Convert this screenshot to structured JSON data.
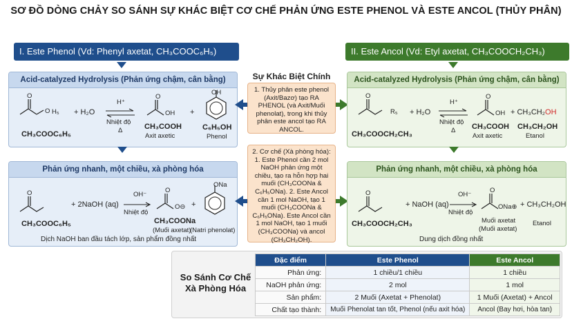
{
  "title": "SƠ ĐỒ DÒNG CHẢY SO SÁNH SỰ KHÁC BIỆT CƠ CHẾ PHẢN ỨNG ESTE PHENOL VÀ ESTE ANCOL (THỦY PHÂN)",
  "left": {
    "header": "I. Este Phenol (Vd: Phenyl axetat, CH₃COOC₆H₅)",
    "acid": {
      "heading": "Acid-catalyzed Hydrolysis (Phản ứng chậm, cân bằng)",
      "reactant": "CH₃COOC₆H₅",
      "plus_water": "+ H₂O",
      "catalyst": "H⁺",
      "condition": "Nhiệt độ",
      "delta": "Δ",
      "product1": "CH₃COOH",
      "product1_name": "Axit axetic",
      "product2": "C₆H₅OH",
      "product2_name": "Phenol",
      "ester_label": "H₅",
      "acid_label": "OH",
      "phenol_label": "OH"
    },
    "base": {
      "heading": "Phản ứng nhanh, một chiều, xà phòng hóa",
      "reactant": "CH₃COOC₆H₅",
      "plus_naoh": "+ 2NaOH (aq)",
      "catalyst": "OH⁻",
      "condition": "Nhiệt độ",
      "product1": "CH₃COONa",
      "product1_name": "(Muối axetat)",
      "product2_name": "(Natri phenolat)",
      "product2_label": "ONa",
      "footer": "Dịch NaOH ban đầu tách lớp, sản phẩm đồng nhất"
    }
  },
  "right": {
    "header": "II. Este Ancol (Vd: Etyl axetat, CH₃COOCH₂CH₃)",
    "acid": {
      "heading": "Acid-catalyzed Hydrolysis (Phản ứng chậm, cân bằng)",
      "reactant": "CH₃COOCH₂CH₃",
      "ester_label": "R₅",
      "plus_water": "+ H₂O",
      "catalyst": "H⁺",
      "condition": "Nhiệt độ",
      "delta": "Δ",
      "product1": "CH₃COOH",
      "product1_name": "Axit axetic",
      "product2_prefix": "+ CH₃CH₂",
      "product2_oh": "OH",
      "product2": "CH₃CH₂OH",
      "product2_name": "Etanol",
      "acid_label": "OH"
    },
    "base": {
      "heading": "Phản ứng nhanh, một chiều, xà phòng hóa",
      "reactant": "CH₃COOCH₂CH₃",
      "plus_naoh": "+ NaOH (aq)",
      "catalyst": "OH⁻",
      "condition": "Nhiệt độ",
      "product1_name": "Muối axetat",
      "product1_name2": "(Muối axetat)",
      "product2": "+ CH₃CH₂OH",
      "product2_name": "Etanol",
      "footer": "Dung dịch đồng nhất"
    }
  },
  "center": {
    "heading": "Sự Khác Biệt Chính",
    "box1": "1. Thủy phân este phenol (Axit/Bazơ) tạo RA PHENOL (và Axit/Muối phenolat), trong khi thủy phân este ancol tạo RA ANCOL.",
    "box2": "2. Cơ chế (Xà phòng hóa): 1. Este Phenol cần 2 mol NaOH phản ứng một chiều, tạo ra hỗn hợp hai muối (CH₃COONa & C₆H₅ONa). 2. Este Ancol cần 1 mol NaOH, tạo 1 muối (CH₃COONa & C₆H₅ONa). Este Ancol cần 1 mol NaOH, tạo 1 muối (CH₃COONa) và ancol (CH₃CH₂OH)."
  },
  "comparison": {
    "label": "So Sánh Cơ Chế Xà Phòng Hóa",
    "headers": [
      "Đặc điểm",
      "Este Phenol",
      "Este Ancol"
    ],
    "rows": [
      [
        "Phản ứng:",
        "1 chiều/1 chiều",
        "1 chiều"
      ],
      [
        "NaOH phản ứng:",
        "2 mol",
        "1 mol"
      ],
      [
        "Sản phẩm:",
        "2 Muối (Axetat + Phenolat)",
        "1 Muối (Axetat) + Ancol"
      ],
      [
        "Chất tạo thành:",
        "Muối Phenolat tan tốt, Phenol (nếu axit hóa)",
        "Ancol (Bay hơi, hòa tan)"
      ]
    ]
  },
  "colors": {
    "blue": "#1f4e8c",
    "green": "#3d7a2c",
    "orange": "#fbe3cc"
  }
}
